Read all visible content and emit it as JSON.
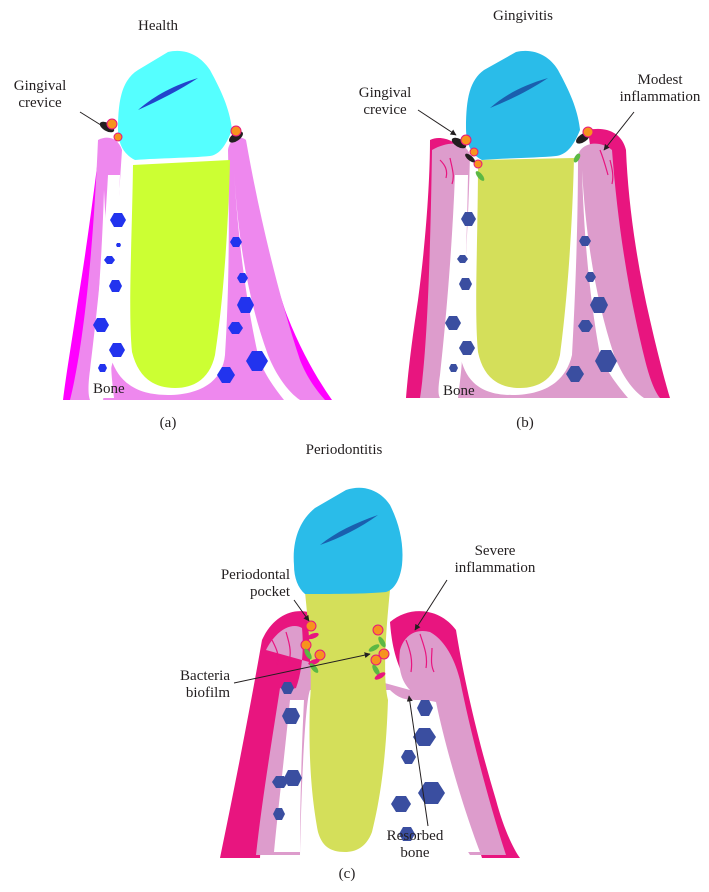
{
  "panels": {
    "a": {
      "title": "Health",
      "caption": "(a)",
      "labels": {
        "crevice_line1": "Gingival",
        "crevice_line2": "crevice",
        "bone": "Bone"
      }
    },
    "b": {
      "title": "Gingivitis",
      "caption": "(b)",
      "labels": {
        "crevice_line1": "Gingival",
        "crevice_line2": "crevice",
        "inflam_line1": "Modest",
        "inflam_line2": "inflammation",
        "bone": "Bone"
      }
    },
    "c": {
      "title": "Periodontitis",
      "caption": "(c)",
      "labels": {
        "pocket_line1": "Periodontal",
        "pocket_line2": "pocket",
        "inflam_line1": "Severe",
        "inflam_line2": "inflammation",
        "biofilm_line1": "Bacteria",
        "biofilm_line2": "biofilm",
        "resorbed_line1": "Resorbed",
        "resorbed_line2": "bone"
      }
    }
  },
  "colors": {
    "health_gum": "#ff00ff",
    "health_inner": "#ee88ee",
    "health_crown": "#55ffff",
    "health_root": "#ccff33",
    "health_bone_dots": "#2233ee",
    "disease_gum": "#e8157f",
    "disease_inner": "#dd9ccc",
    "disease_crown": "#2abce9",
    "disease_root": "#d4df5a",
    "disease_bone_dots": "#3a4ea0",
    "bacteria_orange": "#f7931e",
    "bacteria_green": "#5bb844"
  }
}
